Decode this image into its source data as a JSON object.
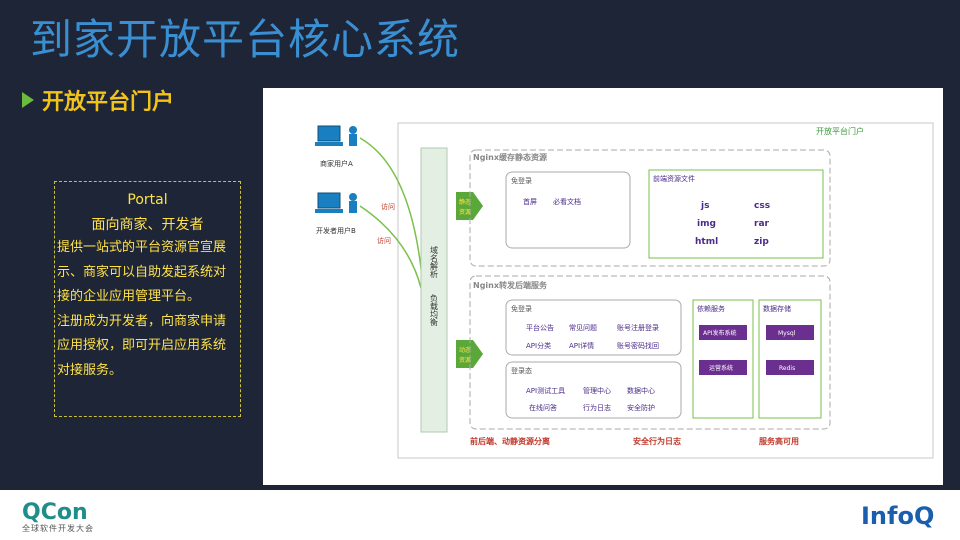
{
  "title": "到家开放平台核心系统",
  "subtitle": "开放平台门户",
  "portal": {
    "title": "Portal",
    "subtitle": "面向商家、开发者",
    "lines": [
      "提供一站式的平台资源官宣展",
      "示、商家可以自助发起系统对",
      "接的企业应用管理平台。",
      "注册成为开发者，向商家申请",
      "应用授权，即可开启应用系统",
      "对接服务。"
    ]
  },
  "diagram": {
    "outer_label": "开放平台门户",
    "users": [
      "商家用户A",
      "开发者用户B"
    ],
    "access_labels": [
      "访问",
      "访问"
    ],
    "gateway": {
      "top": "域名解析",
      "bottom": "负载均衡"
    },
    "static_tag": "静态资源",
    "dynamic_tag": "动态资源",
    "nginx_static": {
      "title": "Nginx缓存静态资源",
      "no_login": {
        "title": "免登录",
        "items": [
          "首屏",
          "必看文档"
        ]
      },
      "frontend": {
        "title": "前端资源文件",
        "items": [
          "js",
          "css",
          "img",
          "rar",
          "html",
          "zip"
        ]
      }
    },
    "nginx_backend": {
      "title": "Nginx转发后端服务",
      "no_login": {
        "title": "免登录",
        "items": [
          "平台公告",
          "常见问题",
          "账号注册登录",
          "API分类",
          "API详情",
          "账号密码找回"
        ]
      },
      "logged_in": {
        "title": "登录态",
        "items": [
          "API测试工具",
          "管理中心",
          "数据中心",
          "在线问答",
          "行为日志",
          "安全防护"
        ]
      },
      "dependency": {
        "title": "依赖服务",
        "items": [
          "API发布系统",
          "运营系统"
        ]
      },
      "storage": {
        "title": "数据存储",
        "items": [
          "Mysql",
          "Redis"
        ]
      }
    },
    "footer_labels": [
      "前后端、动静资源分离",
      "安全行为日志",
      "服务高可用"
    ]
  },
  "logos": {
    "qcon": "QCon",
    "qcon_sub": "全球软件开发大会",
    "infoq": "InfoQ"
  },
  "colors": {
    "title": "#3a8fd3",
    "subtitle": "#f2c318",
    "arrow_green": "#6abb3e",
    "portal_text": "#ffe24a",
    "purple": "#6b2f8f",
    "red_text": "#c0392b",
    "green_border": "#6abb3e"
  }
}
